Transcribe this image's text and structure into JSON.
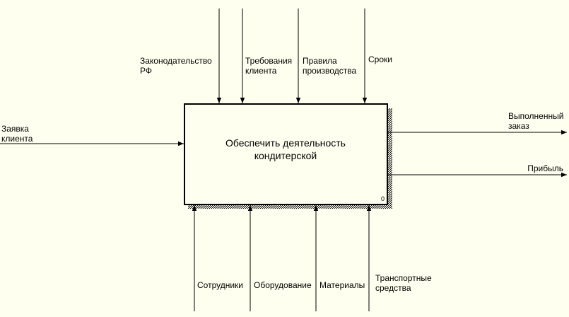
{
  "activity": {
    "title": "Обеспечить деятельность\nкондитерской",
    "number": "0"
  },
  "controls": [
    "Законодательство\nРФ",
    "Требования\nклиента",
    "Правила\nпроизводства",
    "Сроки"
  ],
  "inputs": [
    "Заявка\nклиента"
  ],
  "outputs": [
    "Выполненный\nзаказ",
    "Прибыль"
  ],
  "mechanisms": [
    "Сотрудники",
    "Оборудование",
    "Материалы",
    "Транспортные\nсредства"
  ]
}
